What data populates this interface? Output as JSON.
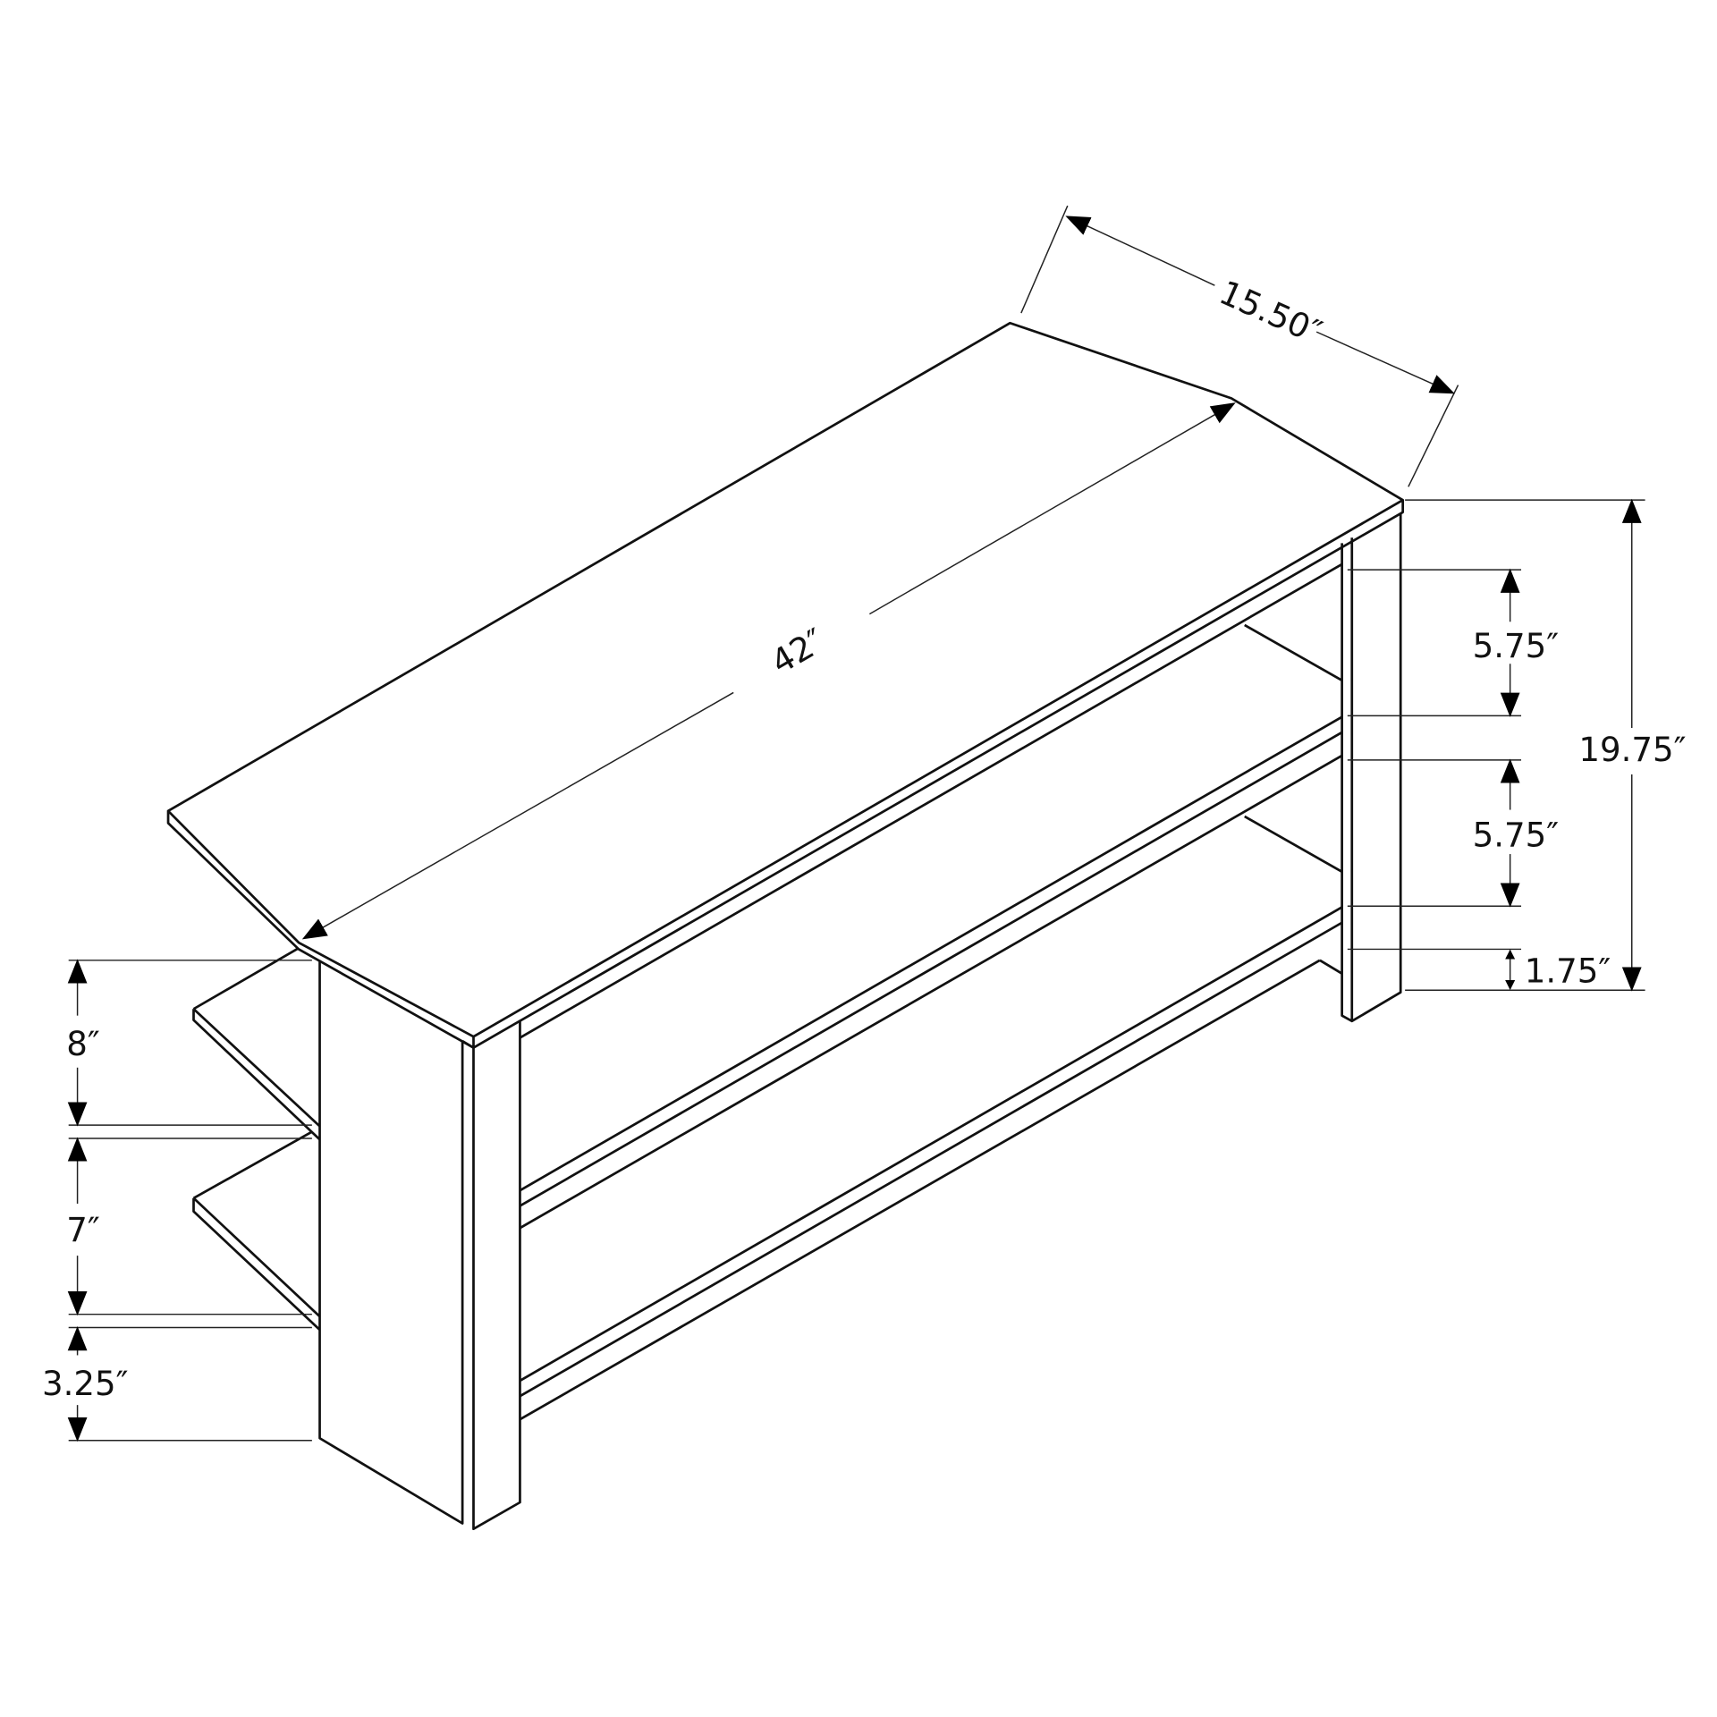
{
  "dimensions": {
    "width": "42″",
    "depth": "15.50″",
    "height": "19.75″",
    "right_shelf_top": "5.75″",
    "right_shelf_middle": "5.75″",
    "right_bottom_clearance": "1.75″",
    "left_shelf_top": "8″",
    "left_shelf_middle": "7″",
    "left_bottom_clearance": "3.25″"
  },
  "colors": {
    "line": "#111111",
    "background": "#ffffff"
  }
}
